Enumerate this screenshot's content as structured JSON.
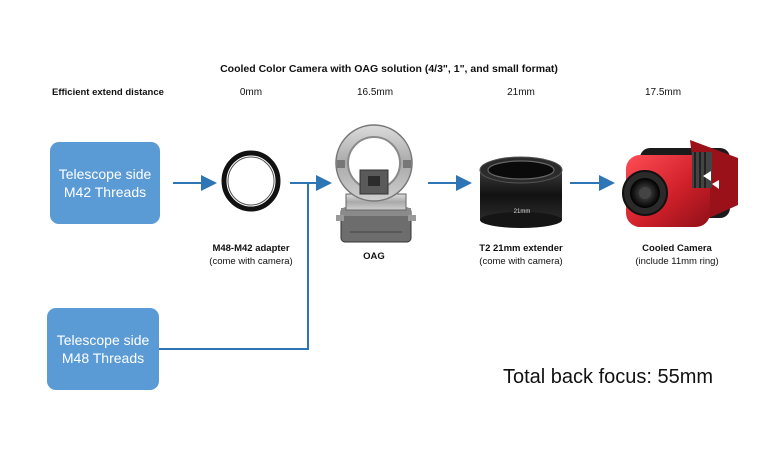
{
  "title": "Cooled Color Camera with OAG solution (4/3\", 1\", and small format)",
  "row_label": "Efficient extend distance",
  "distances": [
    "0mm",
    "16.5mm",
    "21mm",
    "17.5mm"
  ],
  "boxes": [
    {
      "line1": "Telescope side",
      "line2": "M42 Threads"
    },
    {
      "line1": "Telescope side",
      "line2": "M48 Threads"
    }
  ],
  "components": [
    {
      "name": "M48-M42 adapter",
      "note": "(come with camera)"
    },
    {
      "name": "OAG",
      "note": ""
    },
    {
      "name": "T2 21mm extender",
      "note": "(come with camera)",
      "engraving": "21mm"
    },
    {
      "name": "Cooled Camera",
      "note": "(include 11mm ring)"
    }
  ],
  "total": "Total back focus: 55mm",
  "colors": {
    "box": "#5b9bd5",
    "arrow": "#2e75b6",
    "camera": "#d0202a"
  }
}
